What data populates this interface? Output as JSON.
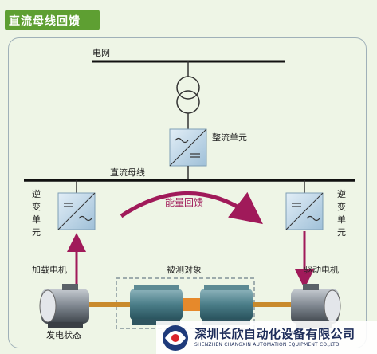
{
  "title": "直流母线回馈",
  "labels": {
    "grid": "电网",
    "rectifier": "整流单元",
    "dc_bus": "直流母线",
    "inverter_left": "逆变单元",
    "inverter_right": "逆变单元",
    "energy_feedback": "能量回馈",
    "loading_motor": "加载电机",
    "drive_motor": "驱动电机",
    "test_object": "被测对象",
    "generator_state": "发电状态"
  },
  "logo": {
    "name": "深圳长欣自动化设备有限公司",
    "name_en": "SHENZHEN CHANGXIN AUTOMATION EQUIPMENT CO.,LTD"
  },
  "colors": {
    "title_bg": "#5e9f32",
    "arrow": "#a01a5a",
    "frame": "#9fb0b8",
    "converter": "#a9c8de"
  },
  "icons": [
    "transformer-icon",
    "rectifier-icon",
    "inverter-icon",
    "motor-icon",
    "arrow-icon",
    "company-logo-icon"
  ]
}
